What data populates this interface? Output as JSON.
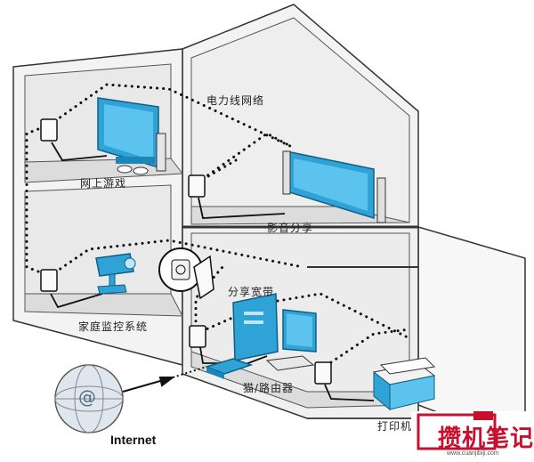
{
  "labels": {
    "powerline_network": "电力线网络",
    "online_gaming": "网上游戏",
    "video_sharing": "影音分享",
    "home_monitoring": "家庭监控系统",
    "broadband_sharing": "分享宽带",
    "modem_router": "猫/路由器",
    "printer": "打印机",
    "internet": "Internet"
  },
  "watermark": {
    "title": "攒机笔记",
    "url": "www.cuanjibiji.com"
  },
  "colors": {
    "device_blue": "#2fa3d6",
    "wall": "#f4f4f4",
    "outline": "#222222",
    "watermark_red": "#c8102e"
  },
  "icons": [
    "globe-icon",
    "tv-icon",
    "monitor-icon",
    "camera-icon",
    "pc-icon",
    "printer-icon",
    "powerline-adapter-icon",
    "socket-icon"
  ]
}
